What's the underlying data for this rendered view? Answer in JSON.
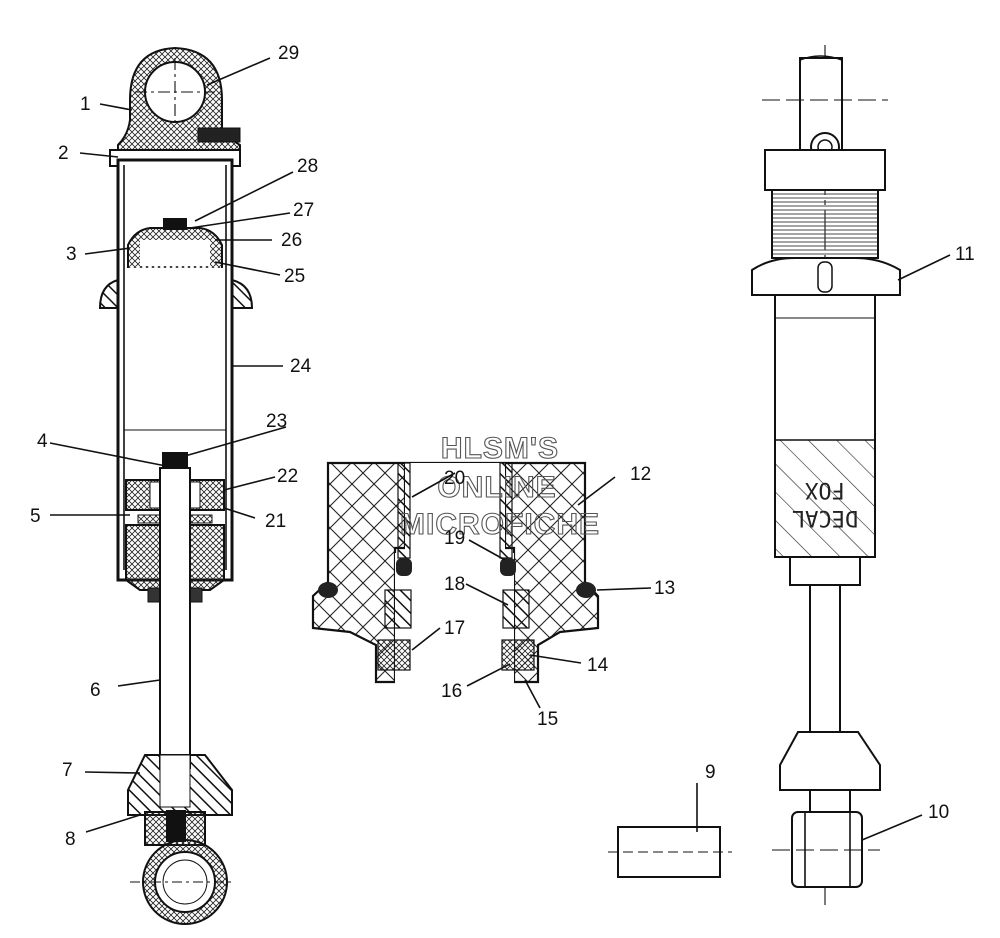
{
  "watermark": {
    "line1": "HLSM'S",
    "line2": "ONLINE",
    "line3": "MICROFICHE"
  },
  "decal": {
    "line1": "DECAL",
    "line2": "FOX"
  },
  "callouts": [
    {
      "id": "c1",
      "label": "1"
    },
    {
      "id": "c2",
      "label": "2"
    },
    {
      "id": "c3",
      "label": "3"
    },
    {
      "id": "c4",
      "label": "4"
    },
    {
      "id": "c5",
      "label": "5"
    },
    {
      "id": "c6",
      "label": "6"
    },
    {
      "id": "c7",
      "label": "7"
    },
    {
      "id": "c8",
      "label": "8"
    },
    {
      "id": "c9",
      "label": "9"
    },
    {
      "id": "c10",
      "label": "10"
    },
    {
      "id": "c11",
      "label": "11"
    },
    {
      "id": "c12",
      "label": "12"
    },
    {
      "id": "c13",
      "label": "13"
    },
    {
      "id": "c14",
      "label": "14"
    },
    {
      "id": "c15",
      "label": "15"
    },
    {
      "id": "c16",
      "label": "16"
    },
    {
      "id": "c17",
      "label": "17"
    },
    {
      "id": "c18",
      "label": "18"
    },
    {
      "id": "c19",
      "label": "19"
    },
    {
      "id": "c20",
      "label": "20"
    },
    {
      "id": "c21",
      "label": "21"
    },
    {
      "id": "c22",
      "label": "22"
    },
    {
      "id": "c23",
      "label": "23"
    },
    {
      "id": "c24",
      "label": "24"
    },
    {
      "id": "c25",
      "label": "25"
    },
    {
      "id": "c26",
      "label": "26"
    },
    {
      "id": "c27",
      "label": "27"
    },
    {
      "id": "c28",
      "label": "28"
    },
    {
      "id": "c29",
      "label": "29"
    }
  ]
}
